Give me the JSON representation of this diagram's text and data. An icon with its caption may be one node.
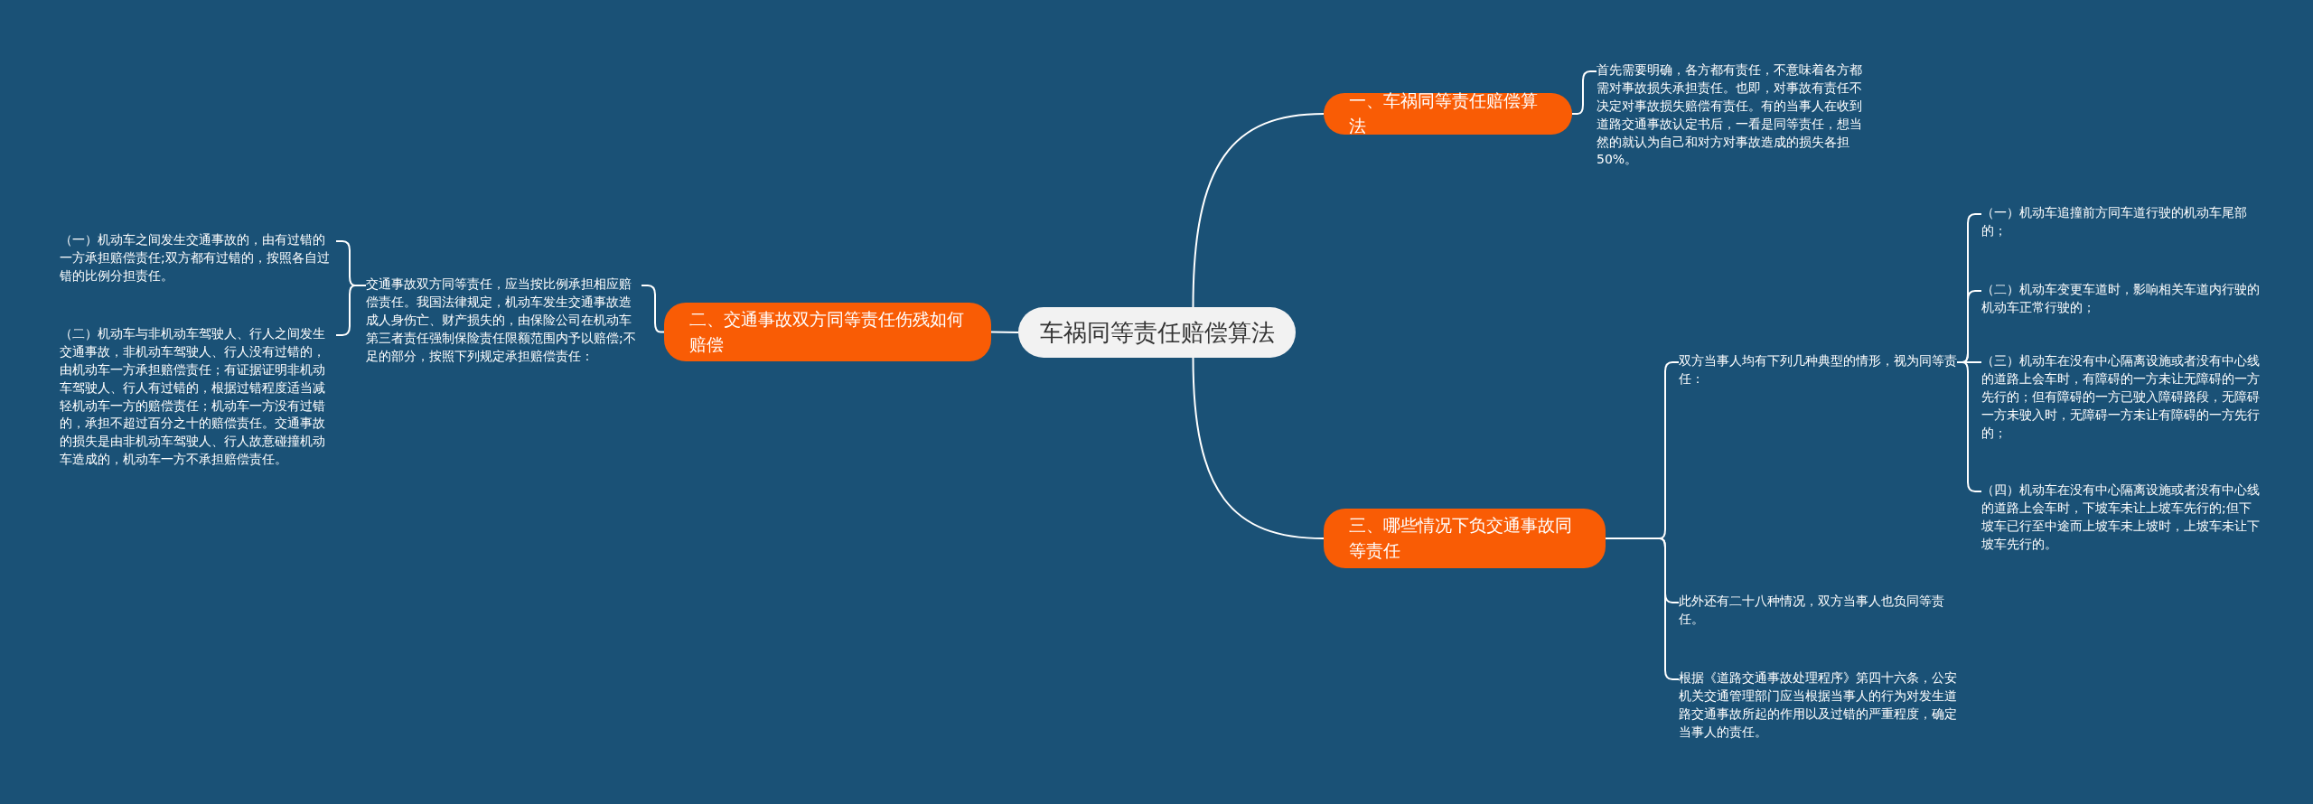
{
  "diagram": {
    "nodes": [
      {
        "text": [
          "车祸同等责任赔偿算法"
        ]
      },
      {
        "text": [
          "一、车祸同等责任赔偿算法"
        ]
      },
      {
        "text": [
          "首先需要明确，各方都有责任，不意味着各方都需对事故损失承担责任。也即，对事故有责任不决定对事故损失赔偿有责任。有的当事人在收到道路交通事故认定书后，一看是同等责任，想当然的就认为自己和对方对事故造成的损失各担50%。"
        ]
      },
      {
        "text": [
          "二、交通事故双方同等责任伤残如何赔偿"
        ]
      },
      {
        "text": [
          "交通事故双方同等责任，应当按比例承担相应赔偿责任。我国法律规定，机动车发生交通事故造成人身伤亡、财产损失的，由保险公司在机动车第三者责任强制保险责任限额范围内予以赔偿;不足的部分，按照下列规定承担赔偿责任："
        ]
      },
      {
        "text": [
          "（一）机动车之间发生交通事故的，由有过错的一方承担赔偿责任;双方都有过错的，按照各自过错的比例分担责任。"
        ]
      },
      {
        "text": [
          "（二）机动车与非机动车驾驶人、行人之间发生交通事故，非机动车驾驶人、行人没有过错的，由机动车一方承担赔偿责任；有证据证明非机动车驾驶人、行人有过错的，根据过错程度适当减轻机动车一方的赔偿责任；机动车一方没有过错的，承担不超过百分之十的赔偿责任。交通事故的损失是由非机动车驾驶人、行人故意碰撞机动车造成的，机动车一方不承担赔偿责任。"
        ]
      },
      {
        "text": [
          "三、哪些情况下负交通事故同等责任"
        ]
      },
      {
        "text": [
          "双方当事人均有下列几种典型的情形，视为同等责任："
        ]
      },
      {
        "text": [
          "（一）机动车追撞前方同车道行驶的机动车尾部的；"
        ]
      },
      {
        "text": [
          "（二）机动车变更车道时，影响相关车道内行驶的机动车正常行驶的；"
        ]
      },
      {
        "text": [
          "（三）机动车在没有中心隔离设施或者没有中心线的道路上会车时，有障碍的一方未让无障碍的一方先行的；但有障碍的一方已驶入障碍路段，无障碍一方未驶入时，无障碍一方未让有障碍的一方先行的；"
        ]
      },
      {
        "text": [
          "（四）机动车在没有中心隔离设施或者没有中心线的道路上会车时，下坡车未让上坡车先行的;但下坡车已行至中途而上坡车未上坡时，上坡车未让下坡车先行的。"
        ]
      },
      {
        "text": [
          "此外还有二十八种情况，双方当事人也负同等责任。"
        ]
      },
      {
        "text": [
          "根据《道路交通事故处理程序》第四十六条，公安机关交通管理部门应当根据当事人的行为对发生道路交通事故所起的作用以及过错的严重程度，确定当事人的责任。"
        ]
      }
    ],
    "edges": [
      {
        "from": 0,
        "to": 1,
        "arrow": "none"
      },
      {
        "from": 1,
        "to": 2,
        "arrow": "none"
      },
      {
        "from": 0,
        "to": 3,
        "arrow": "none"
      },
      {
        "from": 3,
        "to": 4,
        "arrow": "none"
      },
      {
        "from": 4,
        "to": 5,
        "arrow": "none"
      },
      {
        "from": 4,
        "to": 6,
        "arrow": "none"
      },
      {
        "from": 0,
        "to": 7,
        "arrow": "none"
      },
      {
        "from": 7,
        "to": 8,
        "arrow": "none"
      },
      {
        "from": 8,
        "to": 9,
        "arrow": "none"
      },
      {
        "from": 8,
        "to": 10,
        "arrow": "none"
      },
      {
        "from": 8,
        "to": 11,
        "arrow": "none"
      },
      {
        "from": 8,
        "to": 12,
        "arrow": "none"
      },
      {
        "from": 7,
        "to": 13,
        "arrow": "none"
      },
      {
        "from": 7,
        "to": 14,
        "arrow": "none"
      }
    ]
  }
}
